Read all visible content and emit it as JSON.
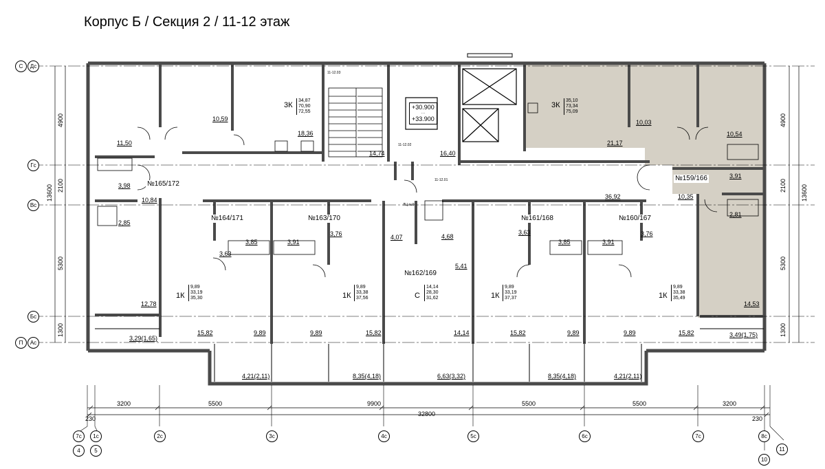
{
  "title": "Корпус Б / Секция 2 / 11-12 этаж",
  "colors": {
    "highlight": "#d5d0c5",
    "wall": "#4a4a4a",
    "line": "#000000"
  },
  "apartments": [
    {
      "id": "№165/172"
    },
    {
      "id": "№164/171"
    },
    {
      "id": "№163/170"
    },
    {
      "id": "№162/169"
    },
    {
      "id": "№161/168"
    },
    {
      "id": "№160/167"
    },
    {
      "id": "№159/166"
    }
  ],
  "room_types": [
    {
      "type": "3К",
      "stats": [
        "34,87",
        "70,90",
        "72,55"
      ]
    },
    {
      "type": "3К",
      "stats": [
        "35,10",
        "73,34",
        "75,09"
      ]
    },
    {
      "type": "1К",
      "stats": [
        "9,89",
        "33,19",
        "35,30"
      ]
    },
    {
      "type": "1К",
      "stats": [
        "9,89",
        "33,38",
        "37,56"
      ]
    },
    {
      "type": "С",
      "stats": [
        "14,14",
        "28,30",
        "31,62"
      ]
    },
    {
      "type": "1К",
      "stats": [
        "9,89",
        "33,19",
        "37,37"
      ]
    },
    {
      "type": "1К",
      "stats": [
        "9,89",
        "33,38",
        "35,49"
      ]
    }
  ],
  "areas": [
    "11,50",
    "10,59",
    "18,36",
    "14,74",
    "16,40",
    "21,17",
    "10,03",
    "10,54",
    "3,98",
    "10,84",
    "3,91",
    "10,35",
    "2,85",
    "2,81",
    "3,85",
    "3,91",
    "3,76",
    "3,63",
    "4,07",
    "4,68",
    "5,41",
    "3,63",
    "3,85",
    "3,91",
    "3,76",
    "36,92",
    "12,78",
    "14,53",
    "3,29(1,65)",
    "15,82",
    "9,89",
    "9,89",
    "15,82",
    "14,14",
    "15,82",
    "9,89",
    "9,89",
    "15,82",
    "3,49(1,75)",
    "4,21(2,11)",
    "8,35(4,18)",
    "6,63(3,32)",
    "8,35(4,18)",
    "4,21(2,11)"
  ],
  "level_marks": [
    "+30.900",
    "+33.900"
  ],
  "tiny_labels": [
    "11-12.03",
    "11-12.02",
    "11-12.01",
    "ЛЦ.№9"
  ],
  "dimensions": {
    "bottom": [
      "3200",
      "5500",
      "9900",
      "5500",
      "5500",
      "3200"
    ],
    "total": "32800",
    "edge_left": "230",
    "edge_right": "230",
    "left_side": [
      "4900",
      "2100",
      "5300",
      "1300"
    ],
    "left_total": "13600",
    "right_side": [
      "4900",
      "2100",
      "5300",
      "1300"
    ],
    "right_total": "13600"
  },
  "axes": {
    "left_top": [
      "С",
      "Дс"
    ],
    "left": [
      "Гс",
      "Вс",
      "Бс"
    ],
    "left_bottom": [
      "П",
      "Ас"
    ],
    "bottom": [
      "7с",
      "1с",
      "2с",
      "3с",
      "4с",
      "5с",
      "6с",
      "7с",
      "8с"
    ],
    "bottom_sub": [
      "4",
      "5",
      "10",
      "11"
    ]
  }
}
